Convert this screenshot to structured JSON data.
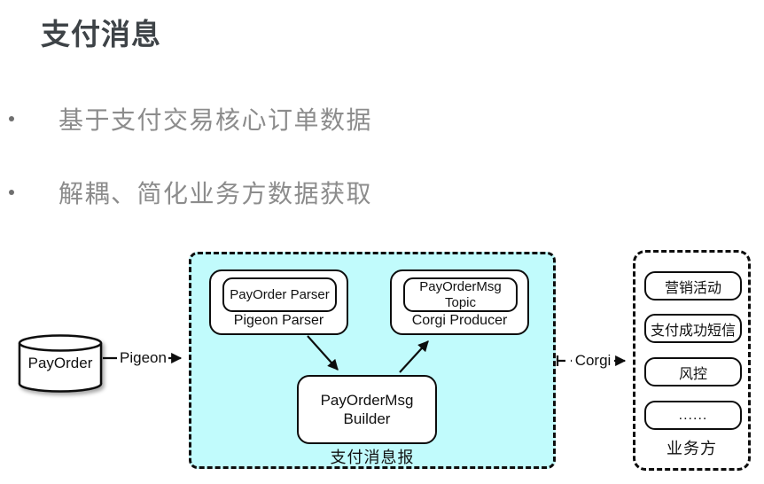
{
  "page": {
    "title": "支付消息",
    "bullets": [
      "基于支付交易核心订单数据",
      "解耦、简化业务方数据获取"
    ]
  },
  "diagram": {
    "source": {
      "label": "PayOrder"
    },
    "flows": {
      "pigeon": "Pigeon",
      "corgi": "Corgi"
    },
    "pipeline": {
      "caption": "支付消息报",
      "parser": {
        "inner": "PayOrder Parser",
        "label": "Pigeon Parser"
      },
      "producer": {
        "inner": "PayOrderMsg Topic",
        "label": "Corgi Producer"
      },
      "builder": {
        "label": "PayOrderMsg Builder"
      }
    },
    "consumers": {
      "caption": "业务方",
      "items": [
        "营销活动",
        "支付成功短信",
        "风控",
        "......"
      ]
    },
    "colors": {
      "pipeline_bg": "#c1fbfc",
      "stroke": "#0d0d0d"
    }
  }
}
